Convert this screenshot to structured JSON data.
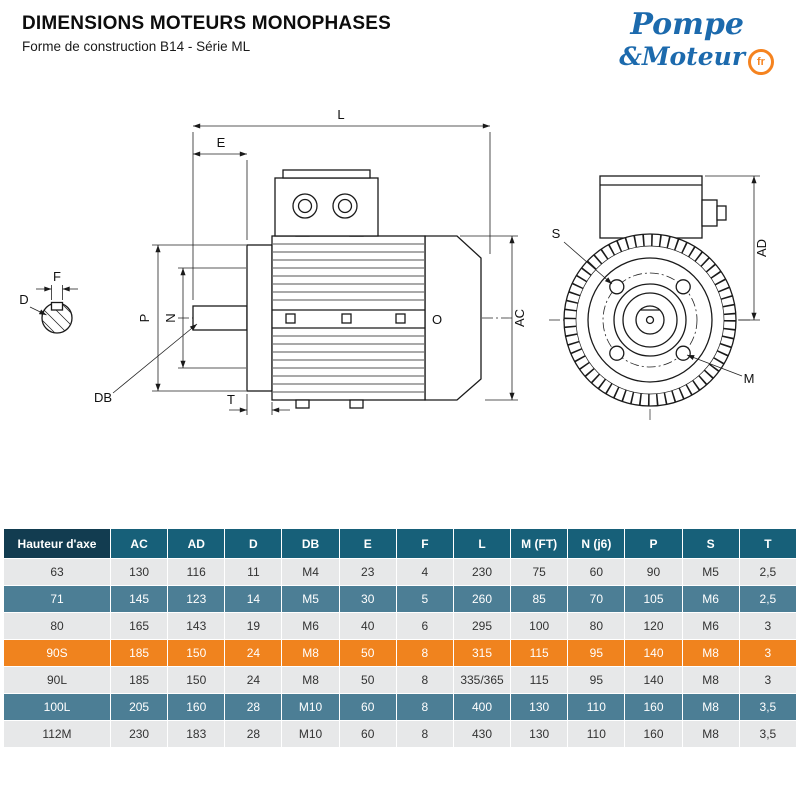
{
  "header": {
    "title": "DIMENSIONS MOTEURS MONOPHASES",
    "subtitle": "Forme de construction B14 - Série ML"
  },
  "logo": {
    "pompe": "Pompe",
    "moteur": "&Moteur",
    "tld": "fr"
  },
  "drawing": {
    "labels": {
      "L": "L",
      "E": "E",
      "P": "P",
      "N": "N",
      "DB": "DB",
      "T": "T",
      "O": "O",
      "AC": "AC",
      "D": "D",
      "F": "F",
      "S": "S",
      "AD": "AD",
      "M": "M"
    }
  },
  "table": {
    "columns": [
      "Hauteur d'axe",
      "AC",
      "AD",
      "D",
      "DB",
      "E",
      "F",
      "L",
      "M (FT)",
      "N (j6)",
      "P",
      "S",
      "T"
    ],
    "rows": [
      {
        "style": "gray",
        "cells": [
          "63",
          "130",
          "116",
          "11",
          "M4",
          "23",
          "4",
          "230",
          "75",
          "60",
          "90",
          "M5",
          "2,5"
        ]
      },
      {
        "style": "teal",
        "cells": [
          "71",
          "145",
          "123",
          "14",
          "M5",
          "30",
          "5",
          "260",
          "85",
          "70",
          "105",
          "M6",
          "2,5"
        ]
      },
      {
        "style": "gray",
        "cells": [
          "80",
          "165",
          "143",
          "19",
          "M6",
          "40",
          "6",
          "295",
          "100",
          "80",
          "120",
          "M6",
          "3"
        ]
      },
      {
        "style": "orange",
        "cells": [
          "90S",
          "185",
          "150",
          "24",
          "M8",
          "50",
          "8",
          "315",
          "115",
          "95",
          "140",
          "M8",
          "3"
        ]
      },
      {
        "style": "gray",
        "cells": [
          "90L",
          "185",
          "150",
          "24",
          "M8",
          "50",
          "8",
          "335/365",
          "115",
          "95",
          "140",
          "M8",
          "3"
        ]
      },
      {
        "style": "teal",
        "cells": [
          "100L",
          "205",
          "160",
          "28",
          "M10",
          "60",
          "8",
          "400",
          "130",
          "110",
          "160",
          "M8",
          "3,5"
        ]
      },
      {
        "style": "gray",
        "cells": [
          "112M",
          "230",
          "183",
          "28",
          "M10",
          "60",
          "8",
          "430",
          "130",
          "110",
          "160",
          "M8",
          "3,5"
        ]
      }
    ]
  },
  "colors": {
    "logo_blue": "#1c6aad",
    "logo_orange": "#f5831f",
    "table_header": "#176079",
    "table_header_first": "#123c50",
    "row_teal": "#4c7e95",
    "row_gray": "#e7e8e9",
    "row_orange": "#f0831e"
  }
}
